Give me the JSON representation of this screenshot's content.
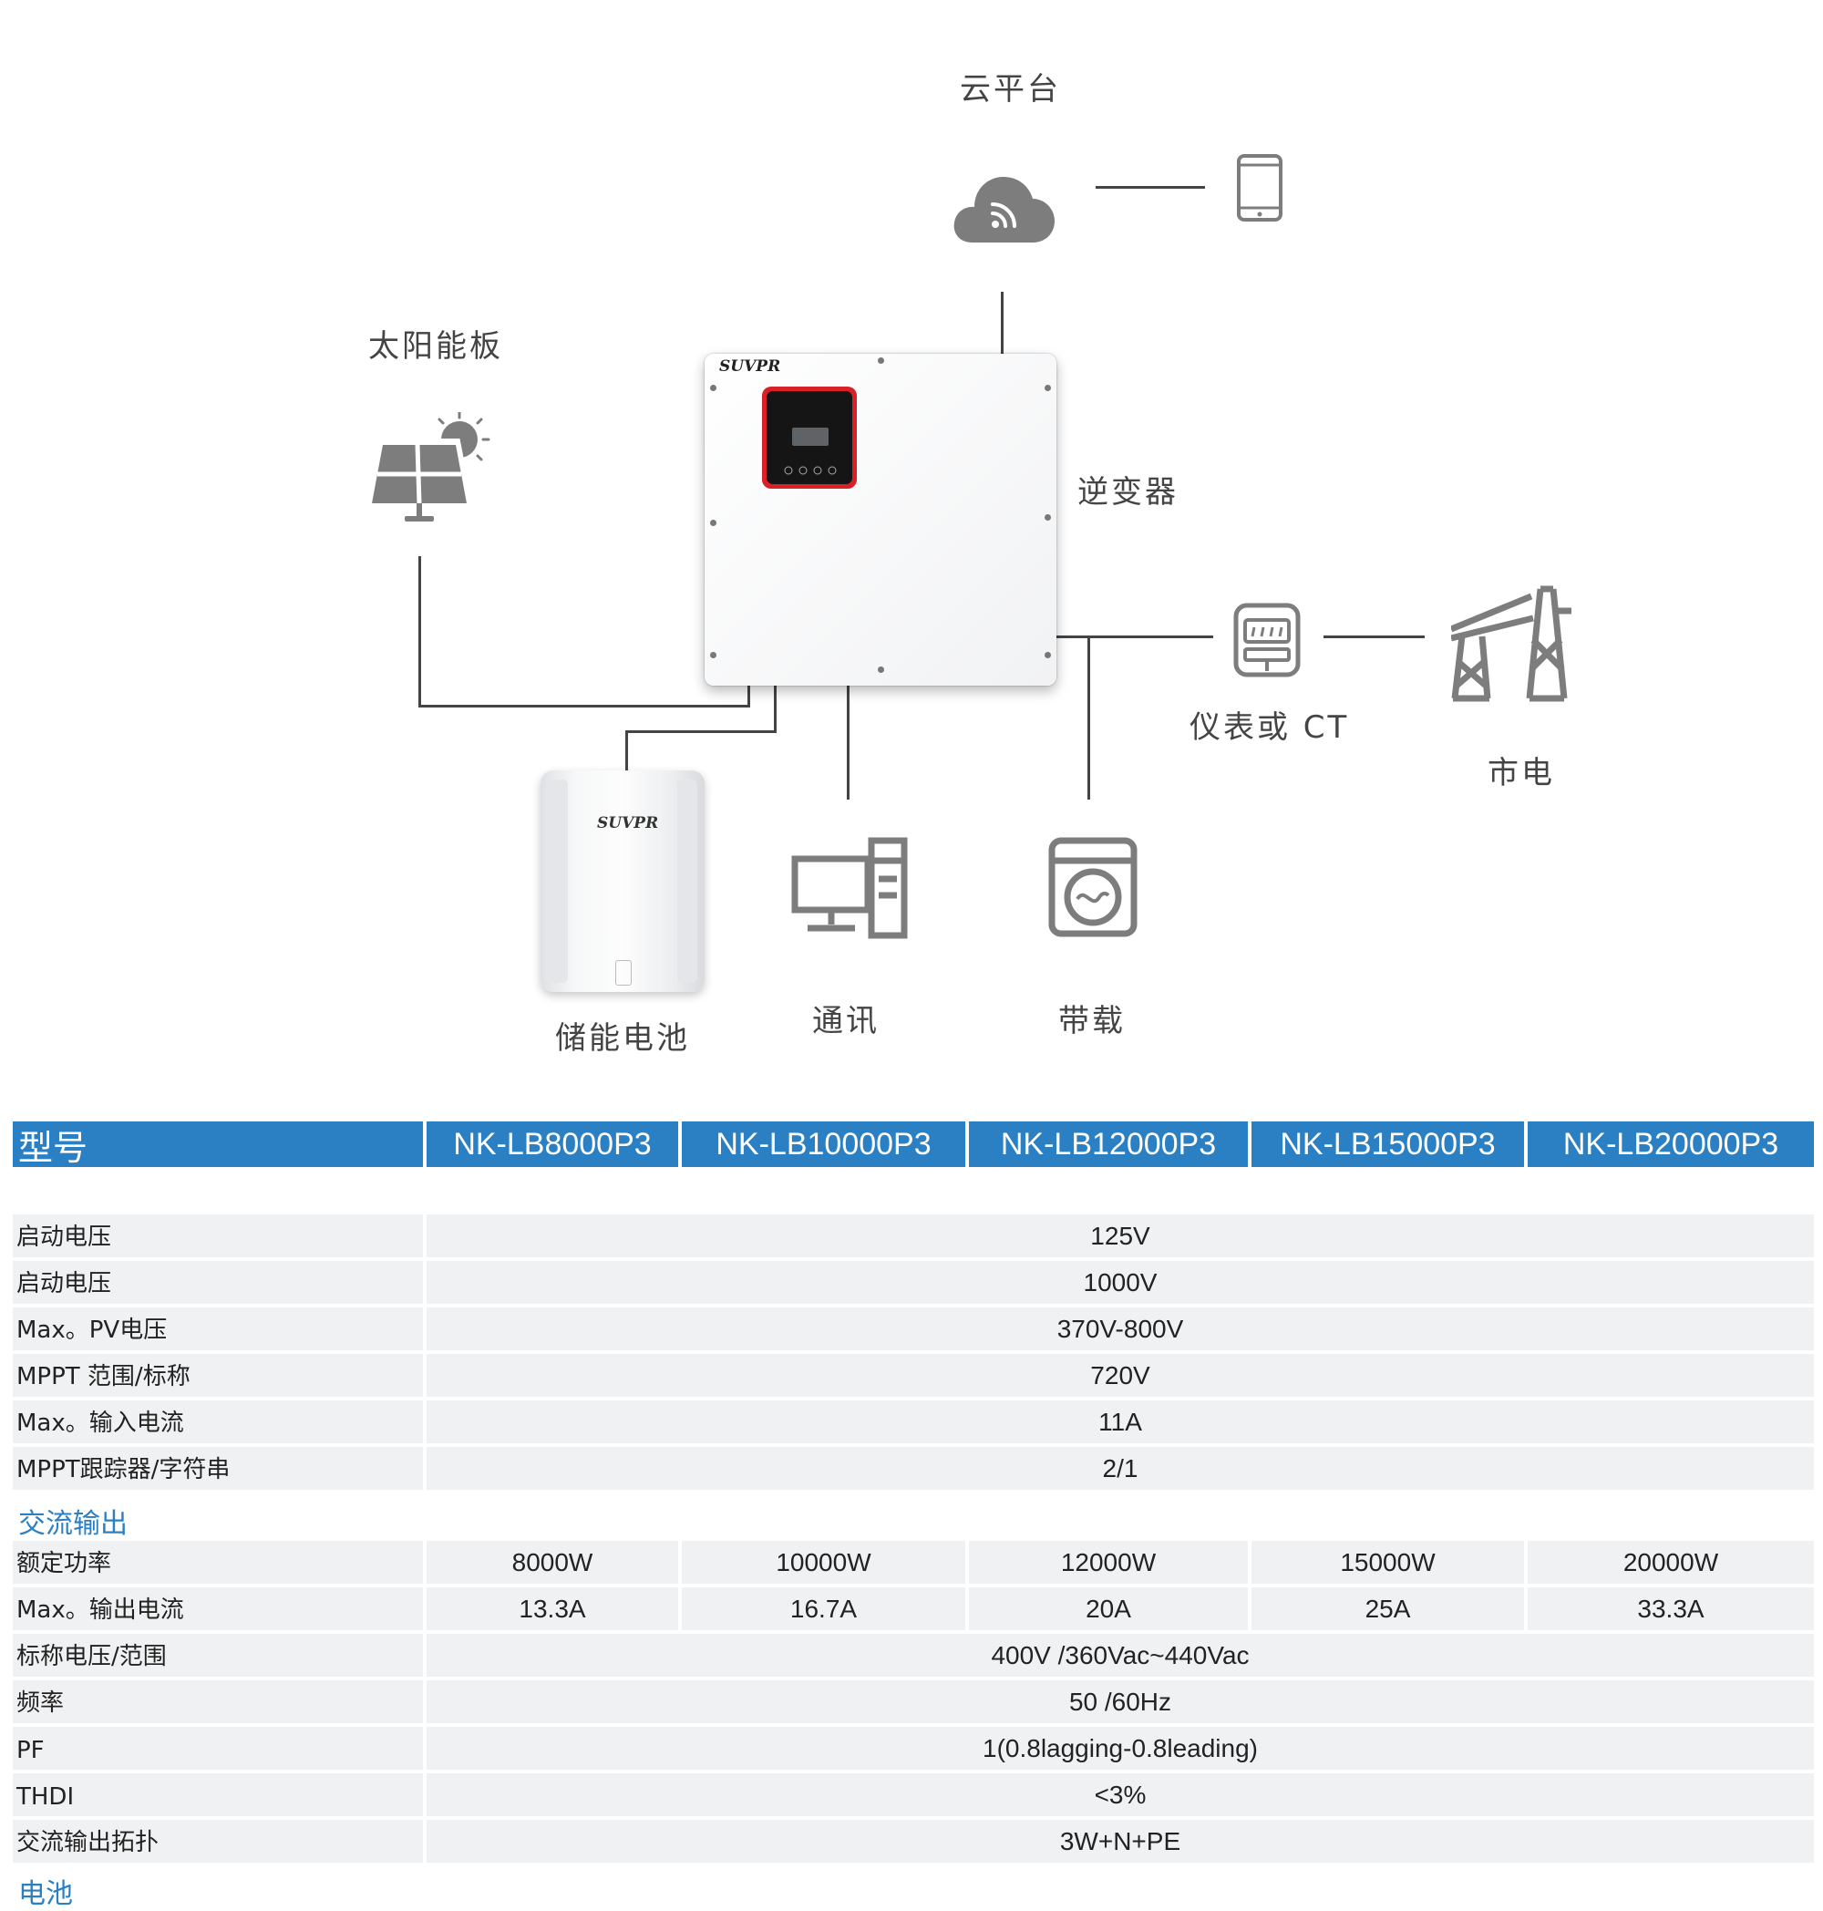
{
  "diagram": {
    "cloud_label": "云平台",
    "solar_label": "太阳能板",
    "inverter_label": "逆变器",
    "meter_label": "仪表或 CT",
    "grid_label": "市电",
    "battery_label": "储能电池",
    "comm_label": "通讯",
    "load_label": "带载",
    "brand": "SUVPR"
  },
  "table": {
    "header": [
      "型号",
      "NK-LB8000P3",
      "NK-LB10000P3",
      "NK-LB12000P3",
      "NK-LB15000P3",
      "NK-LB20000P3"
    ],
    "pv_rows": [
      {
        "label": "启动电压",
        "value": "125V"
      },
      {
        "label": "启动电压",
        "value": "1000V"
      },
      {
        "label": "Max。PV电压",
        "value": "370V-800V"
      },
      {
        "label": "MPPT 范围/标称",
        "value": "720V"
      },
      {
        "label": "Max。输入电流",
        "value": "11A"
      },
      {
        "label": "MPPT跟踪器/字符串",
        "value": "2/1"
      }
    ],
    "ac_section": "交流输出",
    "ac_rows_multi": [
      {
        "label": "额定功率",
        "values": [
          "8000W",
          "10000W",
          "12000W",
          "15000W",
          "20000W"
        ]
      },
      {
        "label": "Max。输出电流",
        "values": [
          "13.3A",
          "16.7A",
          "20A",
          "25A",
          "33.3A"
        ]
      }
    ],
    "ac_rows": [
      {
        "label": "标称电压/范围",
        "value": "400V /360Vac~440Vac"
      },
      {
        "label": "频率",
        "value": "50 /60Hz"
      },
      {
        "label": "PF",
        "value": "1(0.8lagging-0.8leading)"
      },
      {
        "label": "THDI",
        "value": "<3%"
      },
      {
        "label": "交流输出拓扑",
        "value": "3W+N+PE"
      }
    ],
    "battery_section": "电池"
  },
  "colors": {
    "header_blue": "#2b7fc3",
    "row_gray": "#f0f1f2",
    "panel_red": "#d72027"
  }
}
